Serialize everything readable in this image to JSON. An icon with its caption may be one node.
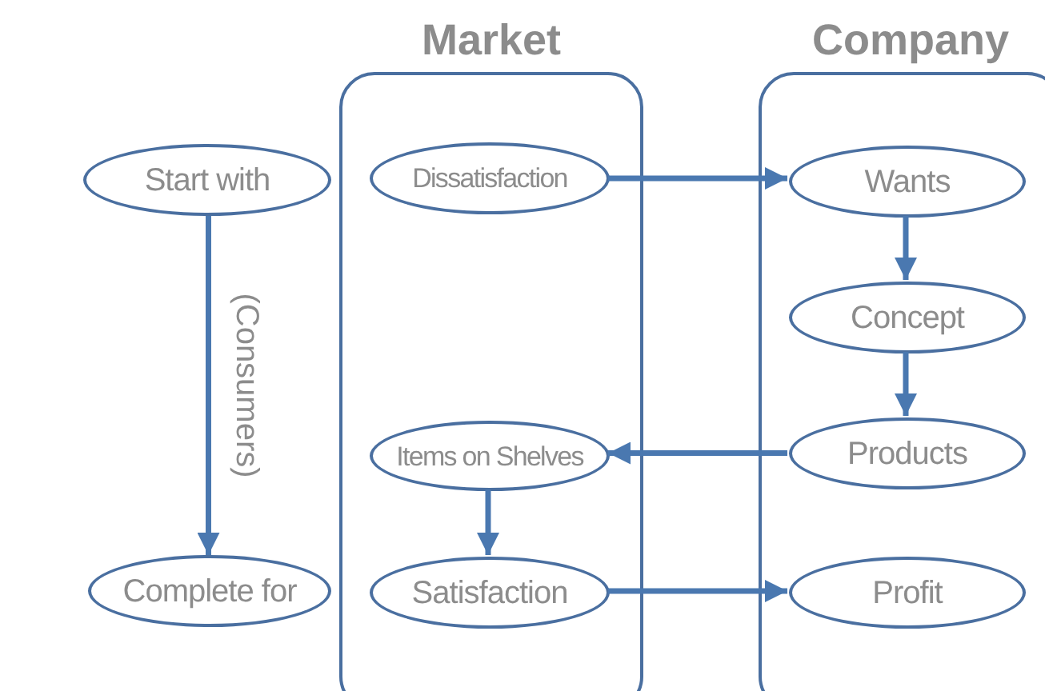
{
  "diagram": {
    "nodes": [
      {
        "text": [
          "Market"
        ]
      },
      {
        "text": [
          "Company"
        ]
      },
      {
        "text": [
          "Start with"
        ]
      },
      {
        "text": [
          "Complete for"
        ]
      },
      {
        "text": [
          "Dissatisfaction"
        ],
        "in": 0
      },
      {
        "text": [
          "Items on Shelves"
        ],
        "in": 0
      },
      {
        "text": [
          "Satisfaction"
        ],
        "in": 0
      },
      {
        "text": [
          "Wants"
        ],
        "in": 1
      },
      {
        "text": [
          "Concept"
        ],
        "in": 1
      },
      {
        "text": [
          "Products"
        ],
        "in": 1
      },
      {
        "text": [
          "Profit"
        ],
        "in": 1
      }
    ],
    "edges": [
      {
        "from": 2,
        "to": 3,
        "arrow": "to",
        "label": "(Consumers)"
      },
      {
        "from": 4,
        "to": 7,
        "arrow": "to"
      },
      {
        "from": 7,
        "to": 8,
        "arrow": "to"
      },
      {
        "from": 8,
        "to": 9,
        "arrow": "to"
      },
      {
        "from": 9,
        "to": 5,
        "arrow": "to"
      },
      {
        "from": 5,
        "to": 6,
        "arrow": "to"
      },
      {
        "from": 6,
        "to": 10,
        "arrow": "to"
      }
    ]
  }
}
